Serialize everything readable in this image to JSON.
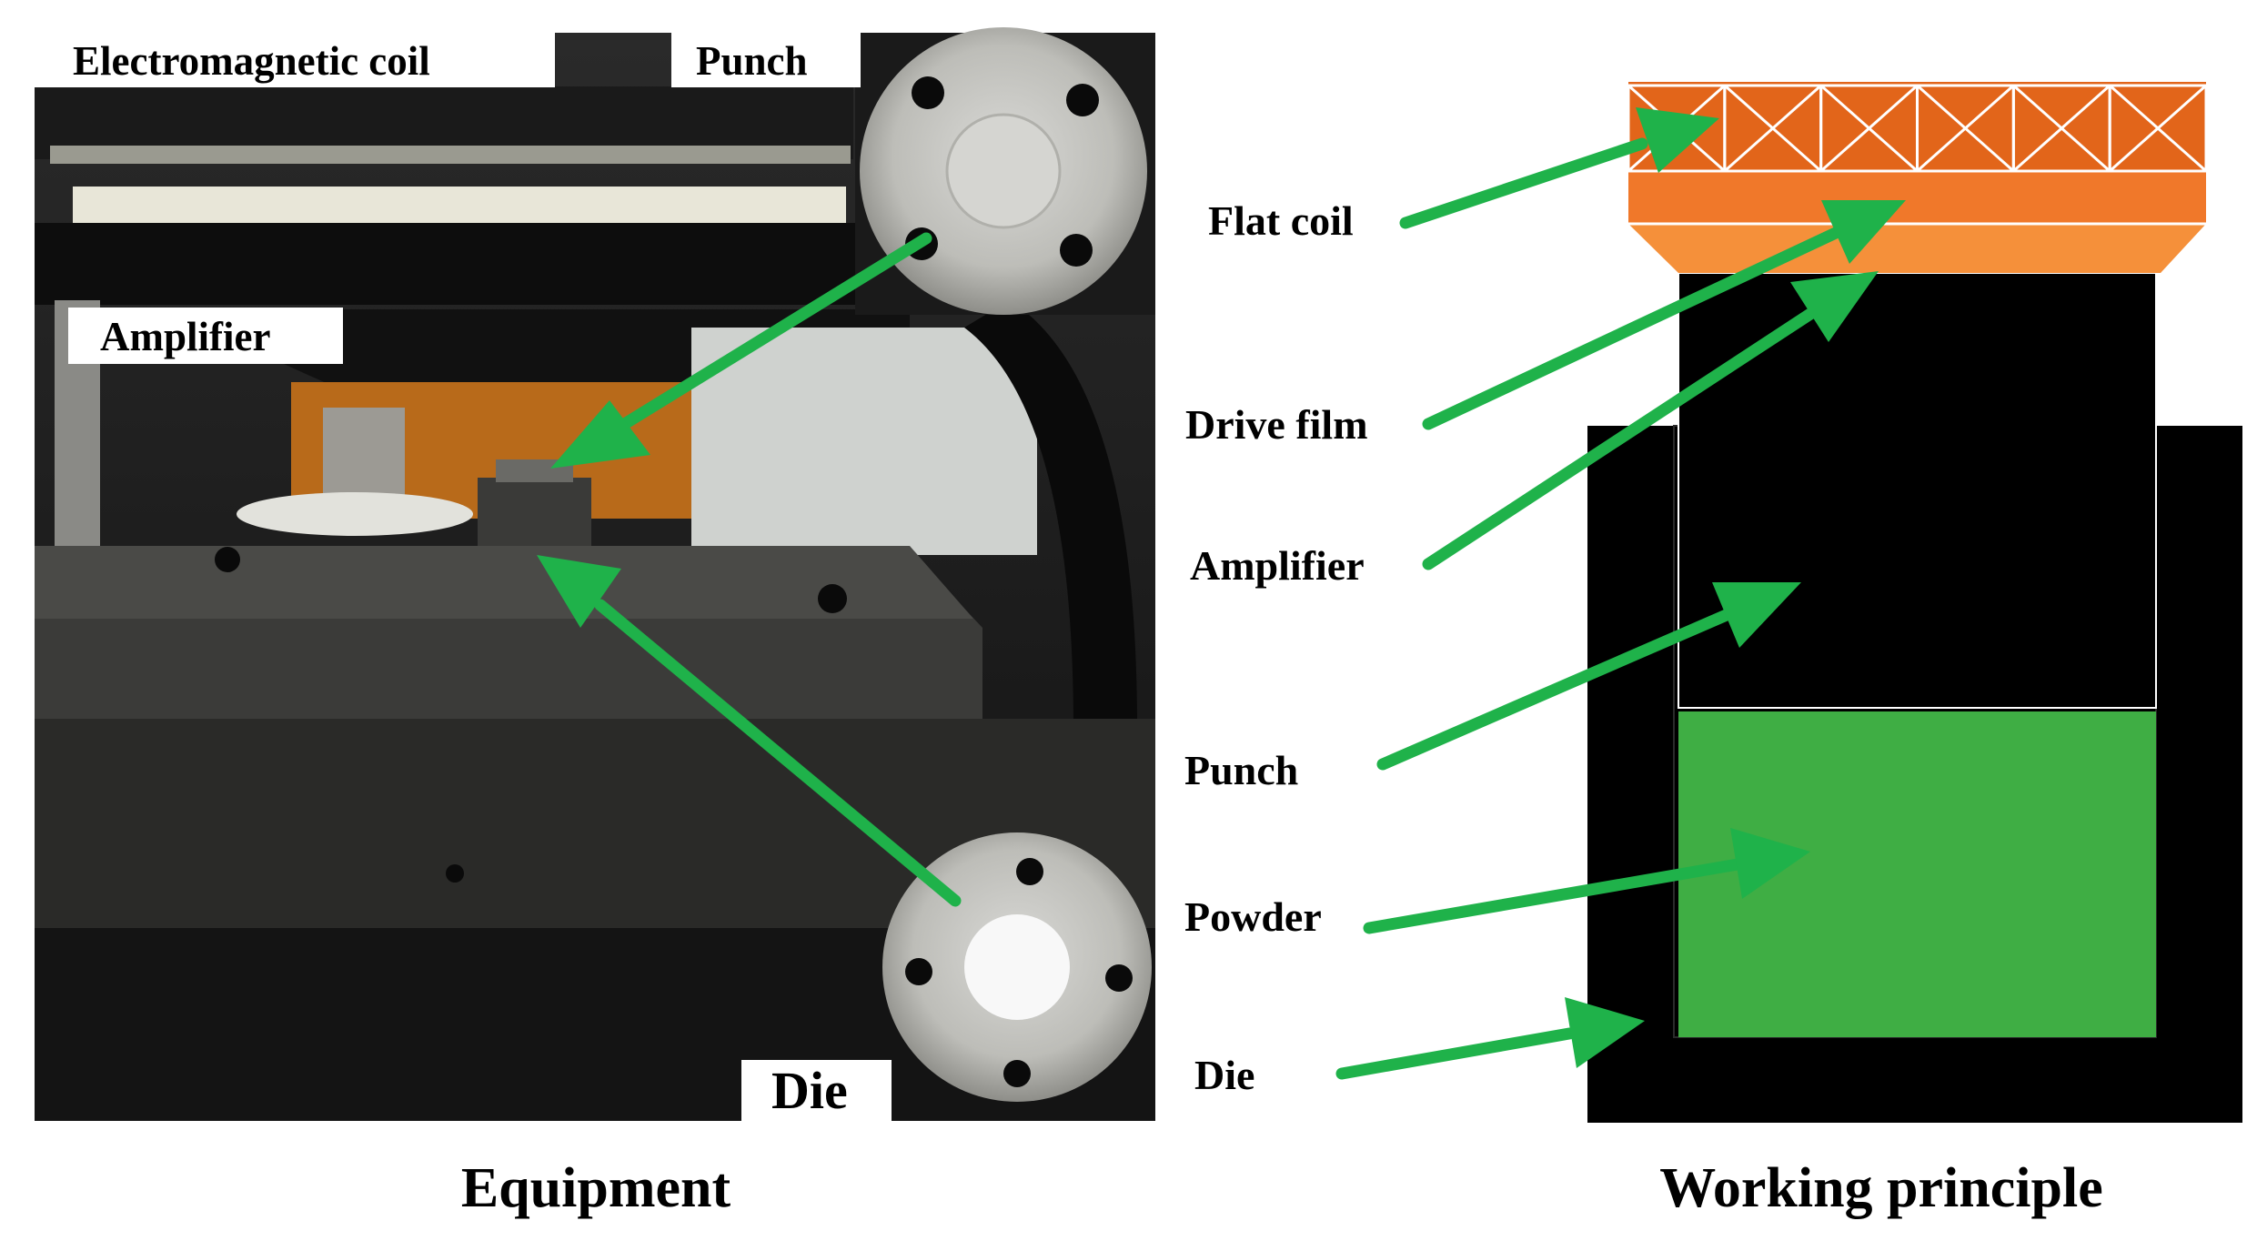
{
  "equipment": {
    "caption": "Equipment",
    "labels": {
      "electromagnetic_coil": "Electromagnetic coil",
      "punch": "Punch",
      "amplifier": "Amplifier",
      "die": "Die"
    }
  },
  "principle": {
    "caption": "Working principle",
    "labels": {
      "flat_coil": "Flat coil",
      "drive_film": "Drive film",
      "amplifier": "Amplifier",
      "punch": "Punch",
      "powder": "Powder",
      "die": "Die"
    }
  },
  "colors": {
    "arrow": "#1fb24a",
    "coil": "#e2651a",
    "drive_film": "#f0782a",
    "amplifier": "#f5903a",
    "punch": "#000000",
    "powder": "#3fae44",
    "die": "#000000"
  }
}
